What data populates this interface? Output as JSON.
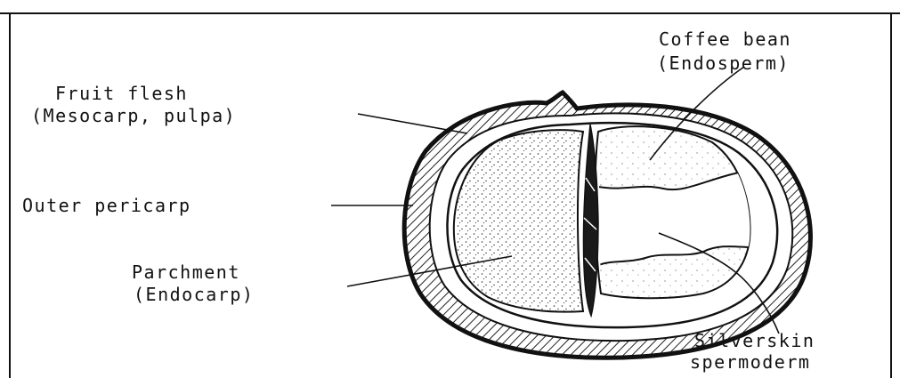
{
  "labels": {
    "fruit_flesh_1": "Fruit flesh",
    "fruit_flesh_2": "(Mesocarp, pulpa)",
    "outer_pericarp": "Outer pericarp",
    "parchment_1": "Parchment",
    "parchment_2": "(Endocarp)",
    "coffee_bean_1": "Coffee bean",
    "coffee_bean_2": "(Endosperm)",
    "silverskin_1": "Silverskin",
    "silverskin_2": "spermoderm"
  }
}
